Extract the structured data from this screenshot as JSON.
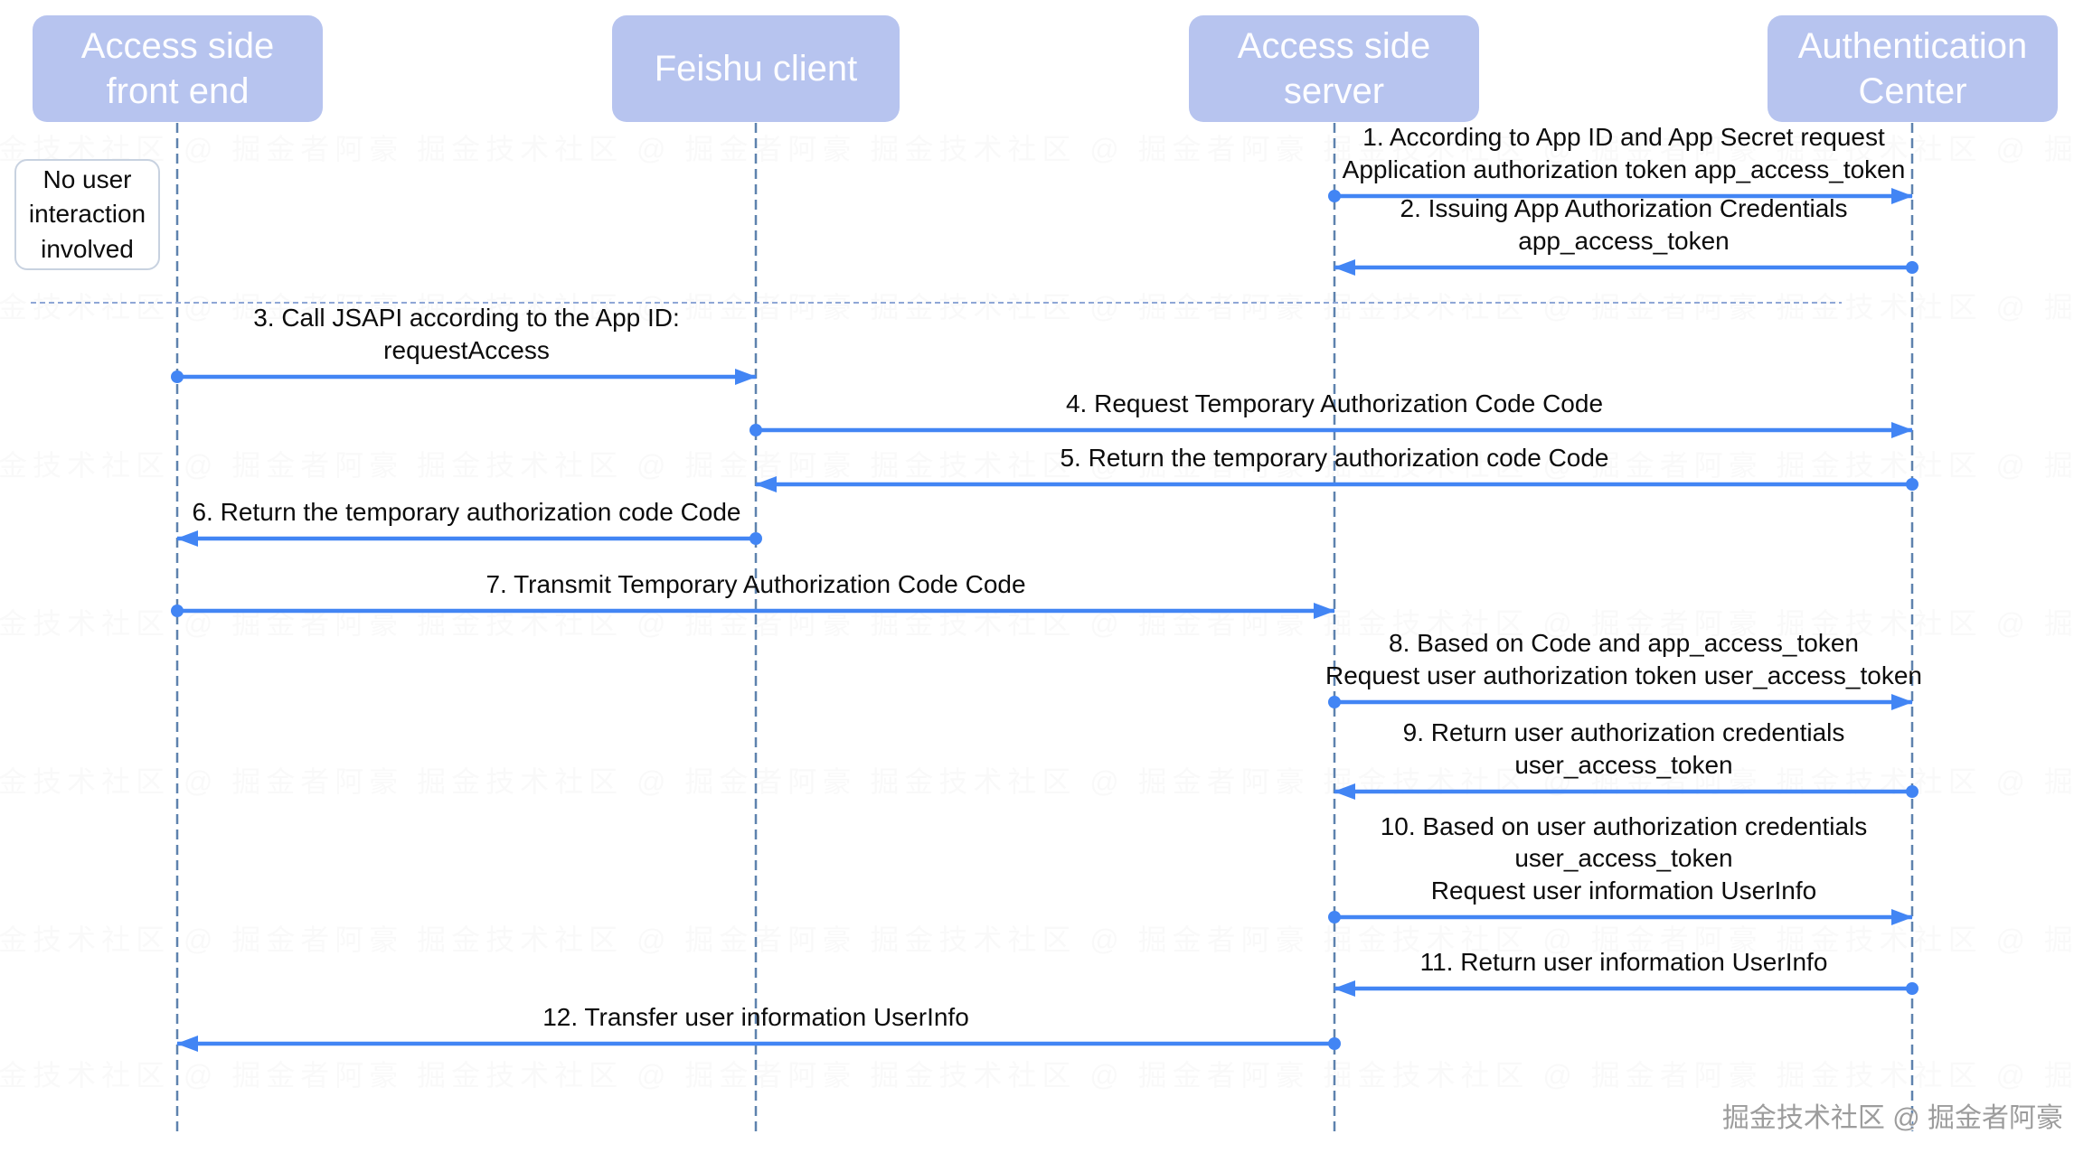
{
  "diagram_type": "sequence-diagram",
  "actors": [
    {
      "id": "frontend",
      "label": "Access side\nfront end"
    },
    {
      "id": "feishu",
      "label": "Feishu client"
    },
    {
      "id": "server",
      "label": "Access side\nserver"
    },
    {
      "id": "auth",
      "label": "Authentication\nCenter"
    }
  ],
  "note": {
    "text": "No user\ninteraction\ninvolved"
  },
  "messages": [
    {
      "step": 1,
      "from": "Access side server",
      "to": "Authentication Center",
      "direction": "right",
      "text": "1. According to App ID and App Secret request\nApplication authorization token app_access_token"
    },
    {
      "step": 2,
      "from": "Authentication Center",
      "to": "Access side server",
      "direction": "left",
      "text": "2. Issuing App Authorization Credentials\napp_access_token"
    },
    {
      "step": 3,
      "from": "Access side front end",
      "to": "Feishu client",
      "direction": "right",
      "text": "3. Call JSAPI according to the App ID:\nrequestAccess"
    },
    {
      "step": 4,
      "from": "Feishu client",
      "to": "Authentication Center",
      "direction": "right",
      "text": "4. Request Temporary Authorization Code Code"
    },
    {
      "step": 5,
      "from": "Authentication Center",
      "to": "Feishu client",
      "direction": "left",
      "text": "5. Return the temporary authorization code Code"
    },
    {
      "step": 6,
      "from": "Feishu client",
      "to": "Access side front end",
      "direction": "left",
      "text": "6. Return the temporary authorization code Code"
    },
    {
      "step": 7,
      "from": "Access side front end",
      "to": "Access side server",
      "direction": "right",
      "text": "7. Transmit Temporary Authorization Code Code"
    },
    {
      "step": 8,
      "from": "Access side server",
      "to": "Authentication Center",
      "direction": "right",
      "text": "8. Based on Code and app_access_token\nRequest user authorization token user_access_token"
    },
    {
      "step": 9,
      "from": "Authentication Center",
      "to": "Access side server",
      "direction": "left",
      "text": "9. Return user authorization credentials\nuser_access_token"
    },
    {
      "step": 10,
      "from": "Access side server",
      "to": "Authentication Center",
      "direction": "right",
      "text": "10. Based on user authorization credentials\nuser_access_token\nRequest user information UserInfo"
    },
    {
      "step": 11,
      "from": "Authentication Center",
      "to": "Access side server",
      "direction": "left",
      "text": "11. Return user information UserInfo"
    },
    {
      "step": 12,
      "from": "Access side server",
      "to": "Access side front end",
      "direction": "left",
      "text": "12. Transfer user information UserInfo"
    }
  ],
  "watermark": {
    "text": "掘金技术社区 @ 掘金者阿豪",
    "tile_row": "掘金技术社区 @ 掘金者阿豪        掘金技术社区 @ 掘金者阿豪        掘金技术社区 @ 掘金者阿豪        掘金技术社区 @ 掘金者阿豪        掘金技术社区 @ 掘金者阿豪"
  },
  "colors": {
    "actor_fill": "#b7c4ef",
    "actor_text": "#ffffff",
    "arrow": "#4285f4",
    "lifeline": "#5e82ae",
    "divider": "#8fa7d6",
    "note_border": "#c8d2e0",
    "message_text": "#0c0c0c",
    "watermark_text": "#9c9c9c"
  }
}
